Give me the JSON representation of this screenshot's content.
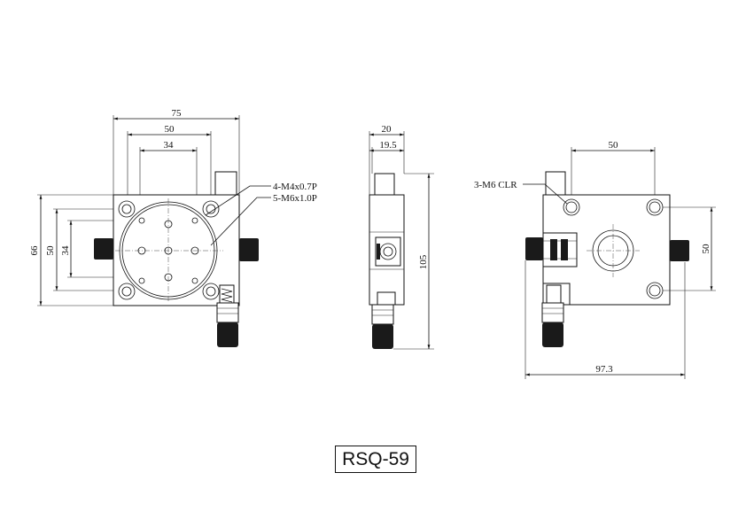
{
  "drawing": {
    "model": "RSQ-59",
    "front_view": {
      "dims": {
        "width_75": "75",
        "width_50": "50",
        "width_34": "34",
        "height_66": "66",
        "height_50": "50",
        "height_34": "34"
      },
      "callouts": {
        "holes_m4": "4-M4x0.7P",
        "holes_m6": "5-M6x1.0P"
      }
    },
    "side_view": {
      "dims": {
        "depth_20": "20",
        "depth_19_5": "19.5",
        "height_105": "105"
      }
    },
    "back_view": {
      "dims": {
        "width_50": "50",
        "height_50": "50",
        "overall_97_3": "97.3"
      },
      "callouts": {
        "clearance": "3-M6 CLR"
      }
    }
  }
}
